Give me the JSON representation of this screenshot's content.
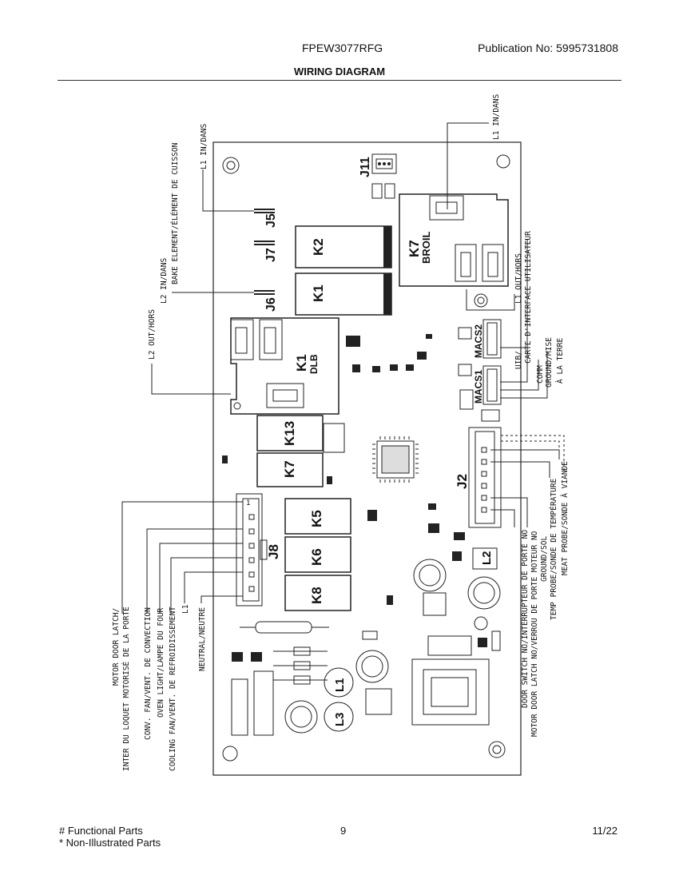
{
  "header": {
    "model": "FPEW3077RFG",
    "publication": "Publication No:  5995731808",
    "title": "WIRING DIAGRAM"
  },
  "footer": {
    "functional_parts": "# Functional Parts",
    "non_illustrated": "* Non-Illustrated Parts",
    "page_number": "9",
    "revision": "11/22"
  },
  "board": {
    "connectors": {
      "j11": "J11",
      "j5": "J5",
      "j7": "J7",
      "j6": "J6",
      "j8": "J8",
      "j2": "J2",
      "macs1": "MACS1",
      "macs2": "MACS2"
    },
    "relays": {
      "k2": "K2",
      "k1_small": "K1",
      "k7_broil": "K7",
      "broil": "BROIL",
      "k1_dlb": "K1",
      "dlb": "DLB",
      "k13": "K13",
      "k7_small": "K7",
      "k5": "K5",
      "k6": "K6",
      "k8": "K8"
    },
    "inductors": {
      "l1": "L1",
      "l2": "L2",
      "l3": "L3"
    },
    "pin_marker": "1"
  },
  "wires": {
    "left": {
      "l1_in": "L1 IN/DANS",
      "bake": "BAKE ELEMENT/ÉLÉMENT DE CUISSON",
      "l2_in": "L2 IN/DANS",
      "l2_out": "L2 OUT/HORS",
      "motor_latch_1": "MOTOR DOOR LATCH/",
      "motor_latch_2": "INTER DU LOQUET MOTORISÉ DE LA PORTE",
      "conv_fan": "CONV. FAN/VENT. DE CONVECTION",
      "oven_light": "OVEN LIGHT/LAMPE DU FOUR",
      "cooling_fan": "COOLING FAN/VENT. DE REFROIDISSEMENT",
      "l1": "L1",
      "neutral": "NEUTRAL/NEUTRE"
    },
    "right": {
      "l1_in": "L1 IN/DANS",
      "ui_board": "CARTE D'INTERFACE UTILISATEUR",
      "l1_out": "L1 OUT/HORS",
      "uib": "UIB/",
      "comm": "COMM",
      "ground_mise": "GROUND/MISE",
      "a_la_terre": "À LA TERRE",
      "door_switch": "DOOR SWITCH NO/INTERRUPTEUR DE PORTE NO",
      "motor_latch_no": "MOTOR DOOR LATCH NO/VERROU DE PORTE MOTEUR NO",
      "ground_sol": "GROUND/SOL",
      "temp_probe": "TEMP PROBE/SONDE DE TEMPÉRATURE",
      "meat_probe": "MEAT PROBE/SONDE À VIANDE"
    }
  }
}
